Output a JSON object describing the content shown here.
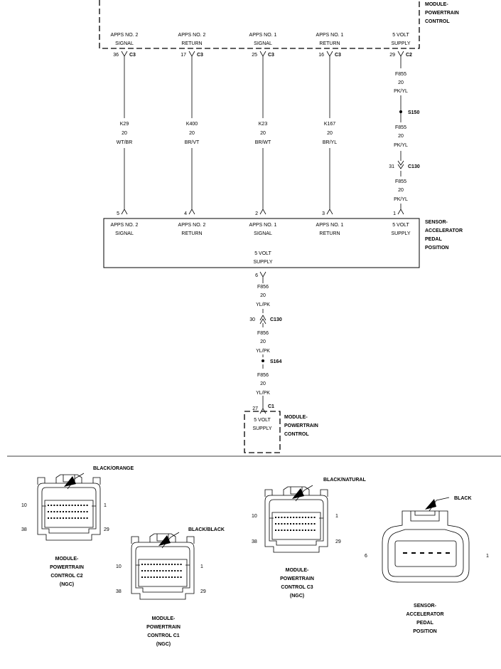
{
  "pcm_top": {
    "label": [
      "MODULE-",
      "POWERTRAIN",
      "CONTROL"
    ],
    "circuits": [
      {
        "func": [
          "APPS NO. 2",
          "SIGNAL"
        ],
        "pin": "36",
        "conn": "C3"
      },
      {
        "func": [
          "APPS NO. 2",
          "RETURN"
        ],
        "pin": "17",
        "conn": "C3"
      },
      {
        "func": [
          "APPS NO. 1",
          "SIGNAL"
        ],
        "pin": "25",
        "conn": "C3"
      },
      {
        "func": [
          "APPS NO. 1",
          "RETURN"
        ],
        "pin": "16",
        "conn": "C3"
      },
      {
        "func": [
          "5 VOLT",
          "SUPPLY"
        ],
        "pin": "29",
        "conn": "C2"
      }
    ]
  },
  "wires": [
    {
      "circuit": "K29",
      "gauge": "20",
      "color": "WT/BR"
    },
    {
      "circuit": "K400",
      "gauge": "20",
      "color": "BR/VT"
    },
    {
      "circuit": "K23",
      "gauge": "20",
      "color": "BR/WT"
    },
    {
      "circuit": "K167",
      "gauge": "20",
      "color": "BR/YL"
    }
  ],
  "supply_upper": {
    "wire1": {
      "circuit": "F855",
      "gauge": "20",
      "color": "PK/YL"
    },
    "splice": "S150",
    "wire2": {
      "circuit": "F855",
      "gauge": "20",
      "color": "PK/YL"
    },
    "inline": {
      "pin": "31",
      "conn": "C130"
    },
    "wire3": {
      "circuit": "F855",
      "gauge": "20",
      "color": "PK/YL"
    }
  },
  "sensor": {
    "label": [
      "SENSOR-",
      "ACCELERATOR",
      "PEDAL",
      "POSITION"
    ],
    "pins": [
      {
        "num": "5",
        "func": [
          "APPS NO. 2",
          "SIGNAL"
        ]
      },
      {
        "num": "4",
        "func": [
          "APPS NO. 2",
          "RETURN"
        ]
      },
      {
        "num": "2",
        "func": [
          "APPS NO. 1",
          "SIGNAL"
        ]
      },
      {
        "num": "3",
        "func": [
          "APPS NO. 1",
          "RETURN"
        ]
      },
      {
        "num": "1",
        "func": [
          "5 VOLT",
          "SUPPLY"
        ]
      }
    ],
    "supply": {
      "func": [
        "5 VOLT",
        "SUPPLY"
      ],
      "pin": "6"
    }
  },
  "supply_lower": {
    "wire1": {
      "circuit": "F856",
      "gauge": "20",
      "color": "YL/PK"
    },
    "inline": {
      "pin": "30",
      "conn": "C130"
    },
    "wire2": {
      "circuit": "F856",
      "gauge": "20",
      "color": "YL/PK"
    },
    "splice": "S164",
    "wire3": {
      "circuit": "F856",
      "gauge": "20",
      "color": "YL/PK"
    }
  },
  "pcm_bottom": {
    "pin": "27",
    "conn": "C1",
    "func": [
      "5 VOLT",
      "SUPPLY"
    ],
    "label": [
      "MODULE-",
      "POWERTRAIN",
      "CONTROL"
    ]
  },
  "connector_views": [
    {
      "color": "BLACK/ORANGE",
      "name": [
        "MODULE-",
        "POWERTRAIN",
        "CONTROL C2",
        "(NGC)"
      ],
      "pins": [
        "10",
        "1",
        "38",
        "29"
      ]
    },
    {
      "color": "BLACK/BLACK",
      "name": [
        "MODULE-",
        "POWERTRAIN",
        "CONTROL C1",
        "(NGC)"
      ],
      "pins": [
        "10",
        "1",
        "38",
        "29"
      ]
    },
    {
      "color": "BLACK/NATURAL",
      "name": [
        "MODULE-",
        "POWERTRAIN",
        "CONTROL C3",
        "(NGC)"
      ],
      "pins": [
        "10",
        "1",
        "38",
        "29"
      ]
    },
    {
      "color": "BLACK",
      "name": [
        "SENSOR-",
        "ACCELERATOR",
        "PEDAL",
        "POSITION"
      ],
      "pins": [
        "6",
        "1"
      ]
    }
  ]
}
